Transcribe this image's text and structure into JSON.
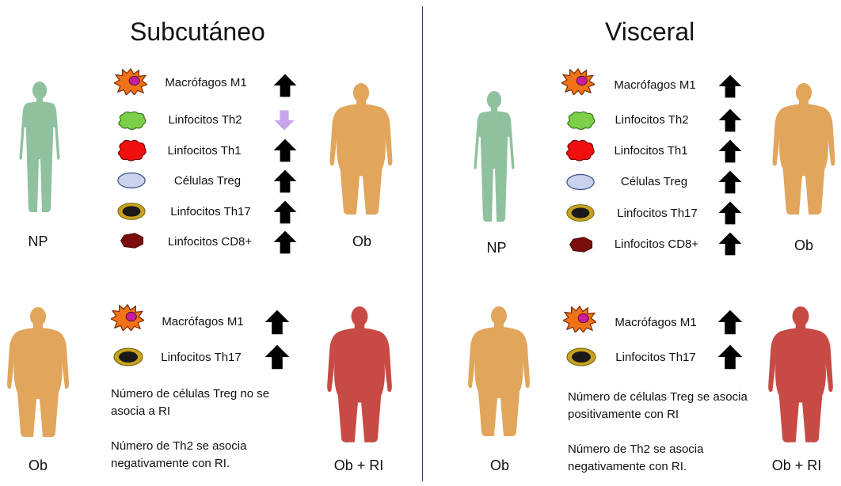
{
  "colors": {
    "normal_weight": "#8fc19e",
    "obese": "#e1a55c",
    "obese_ri": "#c74a44",
    "arrow_up": "#000000",
    "arrow_down": "#c9a6ec",
    "macrophage_outer": "#f27317",
    "macrophage_nucleus": "#c81d9c",
    "th2": "#7dcf4a",
    "th1": "#f10f0f",
    "treg": "#c9d3ee",
    "th17_ring": "#c9a21d",
    "th17_core": "#1a1a1a",
    "cd8": "#7b0d0d",
    "divider": "#5a2a6a"
  },
  "panels": {
    "subcutaneo": {
      "title": "Subcutáneo",
      "top": {
        "left_figure_label": "NP",
        "right_figure_label": "Ob",
        "cells": [
          {
            "label": "Macrófagos M1",
            "icon": "macrophage-icon",
            "direction": "up"
          },
          {
            "label": "Linfocitos Th2",
            "icon": "th2-cell-icon",
            "direction": "down"
          },
          {
            "label": "Linfocitos Th1",
            "icon": "th1-cell-icon",
            "direction": "up"
          },
          {
            "label": "Células Treg",
            "icon": "treg-cell-icon",
            "direction": "up"
          },
          {
            "label": "Linfocitos Th17",
            "icon": "th17-cell-icon",
            "direction": "up"
          },
          {
            "label": "Linfocitos CD8+",
            "icon": "cd8-cell-icon",
            "direction": "up"
          }
        ]
      },
      "bottom": {
        "left_figure_label": "Ob",
        "right_figure_label": "Ob + RI",
        "cells": [
          {
            "label": "Macrófagos M1",
            "icon": "macrophage-icon",
            "direction": "up"
          },
          {
            "label": "Linfocitos Th17",
            "icon": "th17-cell-icon",
            "direction": "up"
          }
        ],
        "notes": [
          "Número de células Treg no se asocia a RI",
          "Número de Th2 se asocia negativamente con RI."
        ]
      }
    },
    "visceral": {
      "title": "Visceral",
      "top": {
        "left_figure_label": "NP",
        "right_figure_label": "Ob",
        "cells": [
          {
            "label": "Macrófagos M1",
            "icon": "macrophage-icon",
            "direction": "up"
          },
          {
            "label": "Linfocitos Th2",
            "icon": "th2-cell-icon",
            "direction": "up"
          },
          {
            "label": "Linfocitos Th1",
            "icon": "th1-cell-icon",
            "direction": "up"
          },
          {
            "label": "Células Treg",
            "icon": "treg-cell-icon",
            "direction": "up"
          },
          {
            "label": "Linfocitos Th17",
            "icon": "th17-cell-icon",
            "direction": "up"
          },
          {
            "label": "Linfocitos CD8+",
            "icon": "cd8-cell-icon",
            "direction": "up"
          }
        ]
      },
      "bottom": {
        "left_figure_label": "Ob",
        "right_figure_label": "Ob + RI",
        "cells": [
          {
            "label": "Macrófagos M1",
            "icon": "macrophage-icon",
            "direction": "up"
          },
          {
            "label": "Linfocitos Th17",
            "icon": "th17-cell-icon",
            "direction": "up"
          }
        ],
        "notes": [
          "Número de células Treg se asocia positivamente con RI",
          "Número de Th2 se asocia negativamente con RI."
        ]
      }
    }
  }
}
